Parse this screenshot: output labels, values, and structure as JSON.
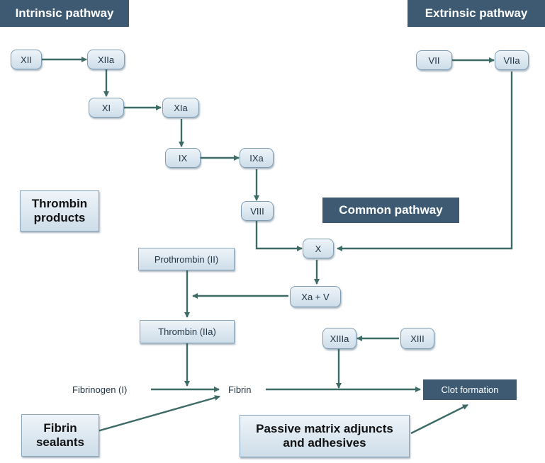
{
  "headers": {
    "intrinsic": "Intrinsic pathway",
    "extrinsic": "Extrinsic pathway",
    "common": "Common pathway"
  },
  "factors": {
    "xii": "XII",
    "xiia": "XIIa",
    "xi": "XI",
    "xia": "XIa",
    "ix": "IX",
    "ixa": "IXa",
    "viii": "VIII",
    "vii": "VII",
    "viia": "VIIa",
    "x": "X",
    "xa_v": "Xa + V",
    "xiiia": "XIIIa",
    "xiii": "XIII"
  },
  "boxes": {
    "prothrombin": "Prothrombin (II)",
    "thrombin": "Thrombin (IIa)",
    "fibrinogen": "Fibrinogen (I)",
    "fibrin": "Fibrin",
    "clot": "Clot formation"
  },
  "products": {
    "thrombin_line1": "Thrombin",
    "thrombin_line2": "products",
    "sealants_line1": "Fibrin",
    "sealants_line2": "sealants",
    "passive_line1": "Passive matrix adjuncts",
    "passive_line2": "and adhesives"
  },
  "colors": {
    "header_bg": "#3d5a72",
    "arrow": "#3f6b66",
    "node_fill": "#cddde9"
  }
}
